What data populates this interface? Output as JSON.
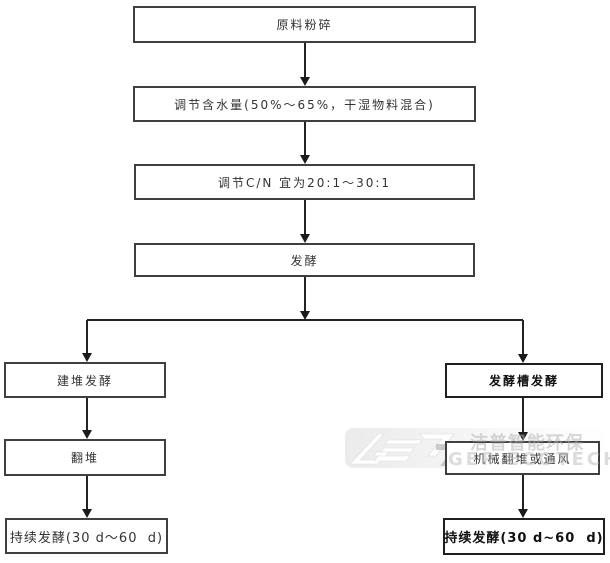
{
  "diagram": {
    "title_hint": "composting process flowchart",
    "main": [
      {
        "label": "原料粉碎"
      },
      {
        "label": "调节含水量(50%～65%，干湿物料混合)"
      },
      {
        "label": "调节C/N 宜为20:1～30:1"
      },
      {
        "label": "发酵"
      }
    ],
    "left": [
      {
        "label": "建堆发酵"
      },
      {
        "label": "翻堆"
      },
      {
        "label": "持续发酵(30 d～60  d)"
      }
    ],
    "right": [
      {
        "label": "发酵槽发酵"
      },
      {
        "label": "机械翻堆或通风"
      },
      {
        "label": "持续发酵(30 d~60  d)"
      }
    ],
    "watermark": {
      "cn": "洁普智能环保",
      "en": "GEP ECOTECH"
    },
    "colors": {
      "line": "#222222",
      "box_border": "#3f3f3f",
      "box_border_right": "#1f1f1f",
      "text": "#333333",
      "watermark_gray": "#d6d6d6"
    }
  }
}
